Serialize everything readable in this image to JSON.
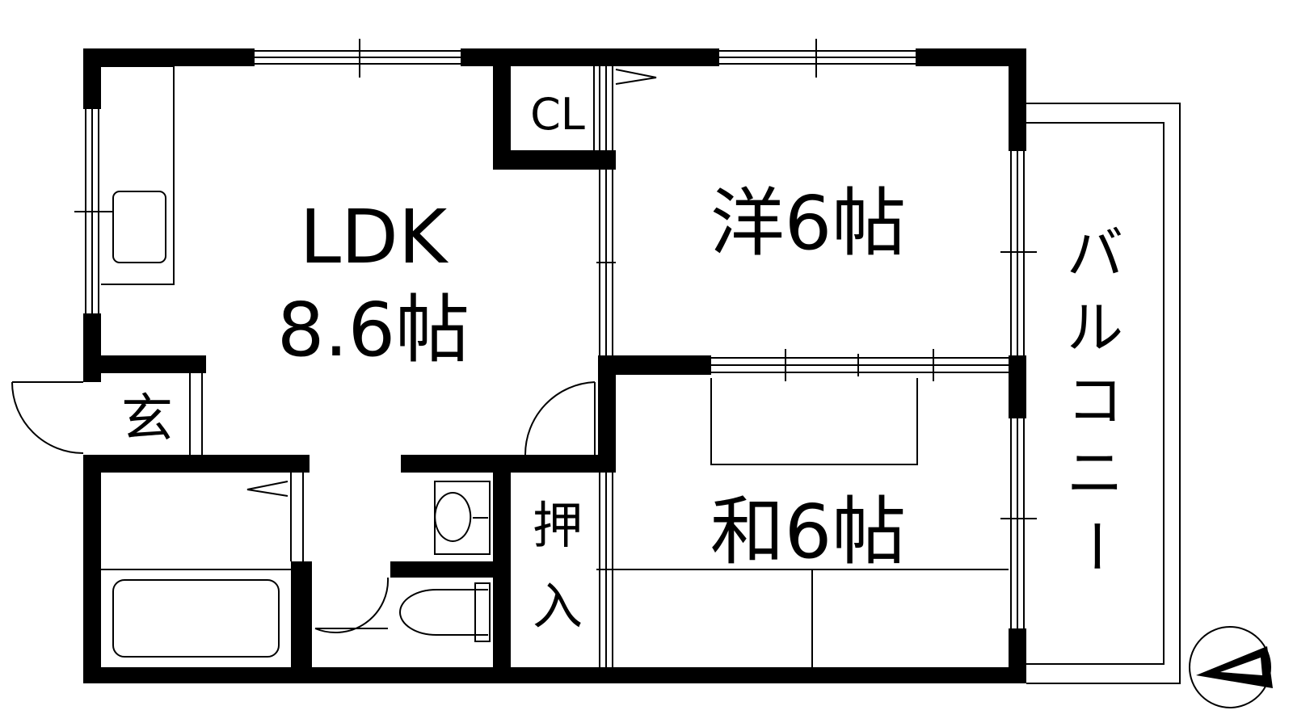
{
  "rooms": {
    "ldk_line1": "LDK",
    "ldk_line2": "8.6帖",
    "western_room": "洋6帖",
    "japanese_room": "和6帖",
    "closet": "CL",
    "entrance": "玄",
    "oshiire_top": "押",
    "oshiire_bottom": "入",
    "balcony": [
      "バ",
      "ル",
      "コ",
      "ニ",
      "ー"
    ]
  },
  "colors": {
    "ink": "#000000",
    "paper": "#ffffff"
  },
  "icons": {
    "compass": "north-arrow-icon"
  }
}
